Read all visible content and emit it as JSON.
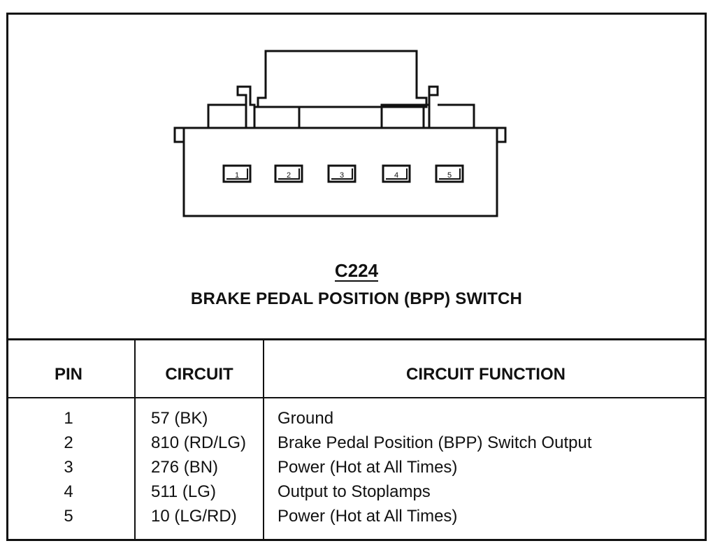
{
  "connector": {
    "id": "C224",
    "title": "BRAKE PEDAL POSITION (BPP) SWITCH",
    "pin_labels": [
      "1",
      "2",
      "3",
      "4",
      "5"
    ]
  },
  "table": {
    "headers": {
      "pin": "PIN",
      "circuit": "CIRCUIT",
      "function": "CIRCUIT FUNCTION"
    },
    "rows": [
      {
        "pin": "1",
        "circuit": "57 (BK)",
        "function": "Ground"
      },
      {
        "pin": "2",
        "circuit": "810 (RD/LG)",
        "function": "Brake Pedal Position (BPP) Switch Output"
      },
      {
        "pin": "3",
        "circuit": "276 (BN)",
        "function": "Power (Hot at All Times)"
      },
      {
        "pin": "4",
        "circuit": "511 (LG)",
        "function": "Output to Stoplamps"
      },
      {
        "pin": "5",
        "circuit": "10 (LG/RD)",
        "function": "Power (Hot at All Times)"
      }
    ]
  }
}
